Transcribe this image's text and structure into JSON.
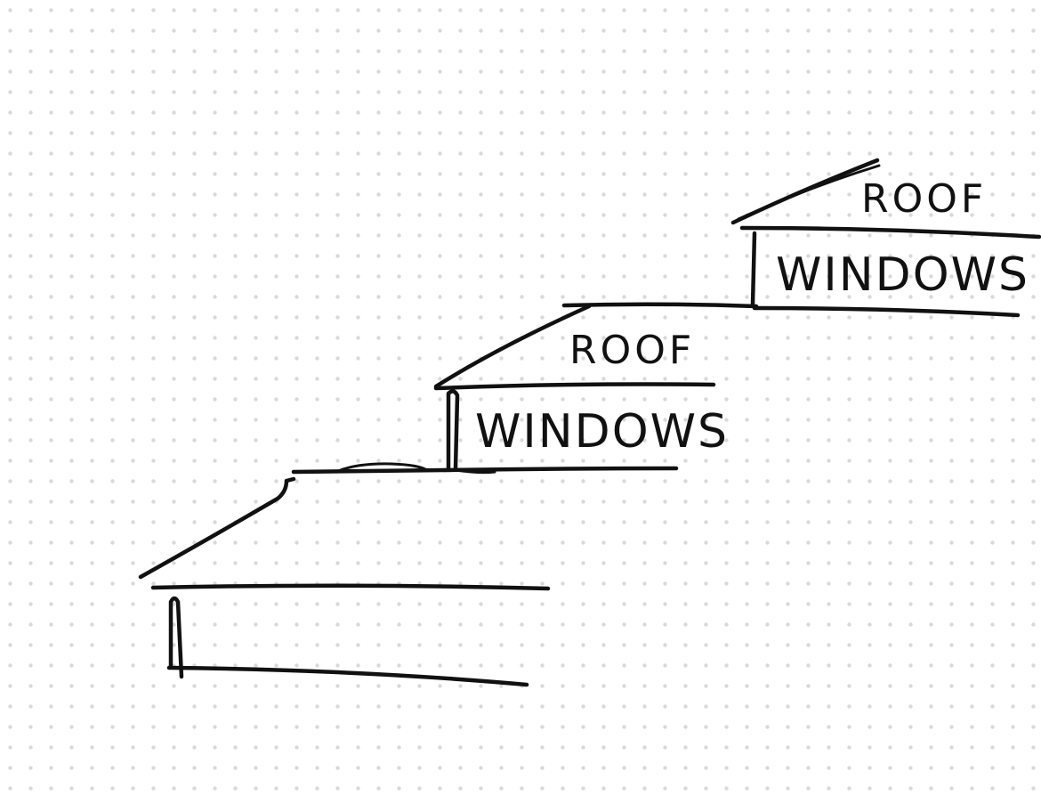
{
  "sketch": {
    "background": "dotted-grid",
    "dot_color": "#d9d9d9",
    "ink_color": "#111111",
    "tiers": [
      {
        "level": 1,
        "roof_label": "",
        "windows_label": ""
      },
      {
        "level": 2,
        "roof_label": "ROOF",
        "windows_label": "WINDOWS"
      },
      {
        "level": 3,
        "roof_label": "ROOF",
        "windows_label": "WINDOWS"
      }
    ]
  }
}
